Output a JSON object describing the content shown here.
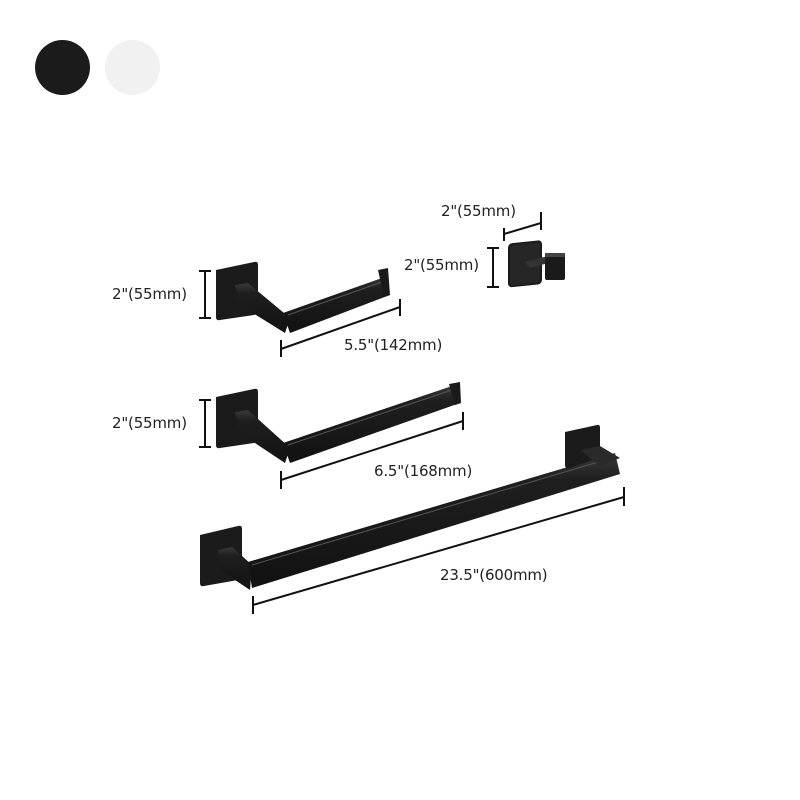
{
  "color_options": [
    {
      "name": "black",
      "color": "#1b1b1b"
    },
    {
      "name": "white",
      "color": "#f1f1f1"
    }
  ],
  "products": {
    "robe_hook": {
      "width_label": "2\"(55mm)",
      "height_label": "2\"(55mm)"
    },
    "toilet_paper_holder": {
      "height_label": "2\"(55mm)",
      "length_label": "5.5\"(142mm)"
    },
    "hand_towel_bar": {
      "height_label": "2\"(55mm)",
      "length_label": "6.5\"(168mm)"
    },
    "towel_bar": {
      "length_label": "23.5\"(600mm)"
    }
  },
  "colors": {
    "metal": "#1a1a1a",
    "metal_face": "#2a2a2a",
    "metal_highlight": "#555555",
    "dimension_line": "#111111"
  }
}
